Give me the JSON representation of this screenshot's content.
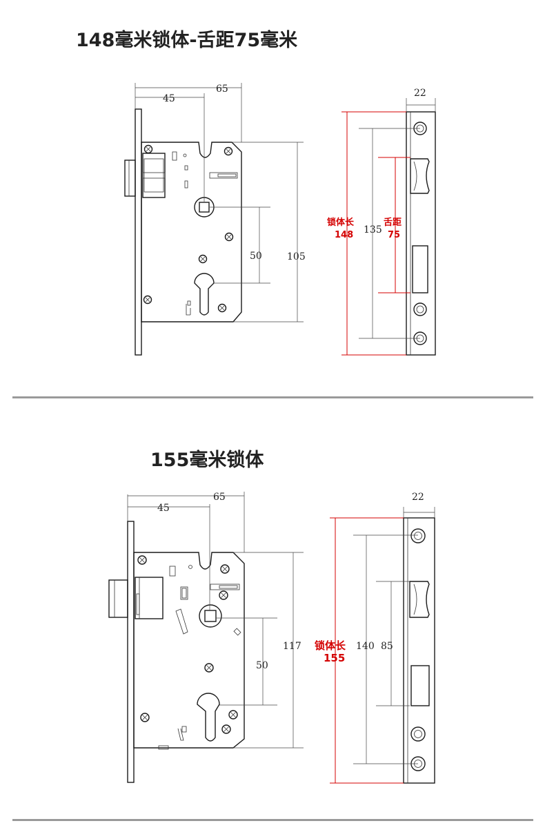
{
  "sections": [
    {
      "title": "148毫米锁体-舌距75毫米",
      "front": {
        "dim_45": "45",
        "dim_65": "65",
        "dim_50": "50",
        "dim_105": "105"
      },
      "side": {
        "dim_22": "22",
        "dim_135": "135",
        "lock_length_label": "锁体长",
        "lock_length_value": "148",
        "latch_dist_label": "舌距",
        "latch_dist_value": "75"
      }
    },
    {
      "title": "155毫米锁体",
      "front": {
        "dim_45": "45",
        "dim_65": "65",
        "dim_50": "50",
        "dim_117": "117"
      },
      "side": {
        "dim_22": "22",
        "dim_140": "140",
        "dim_85": "85",
        "lock_length_label": "锁体长",
        "lock_length_value": "155"
      }
    }
  ],
  "colors": {
    "highlight": "#d40000",
    "line": "#1a1a1a",
    "divider": "#9a9a9a"
  }
}
